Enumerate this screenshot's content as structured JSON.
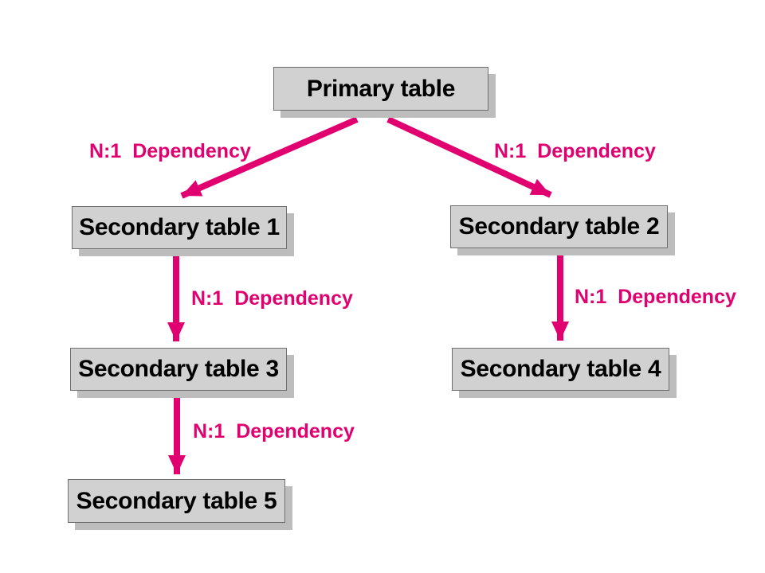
{
  "diagram": {
    "nodes": [
      {
        "id": "primary",
        "label": "Primary table"
      },
      {
        "id": "secondary1",
        "label": "Secondary table 1"
      },
      {
        "id": "secondary2",
        "label": "Secondary table 2"
      },
      {
        "id": "secondary3",
        "label": "Secondary table 3"
      },
      {
        "id": "secondary4",
        "label": "Secondary table 4"
      },
      {
        "id": "secondary5",
        "label": "Secondary table 5"
      }
    ],
    "edges": [
      {
        "from": "primary",
        "to": "secondary1",
        "label": "N:1 Dependency"
      },
      {
        "from": "primary",
        "to": "secondary2",
        "label": "N:1 Dependency"
      },
      {
        "from": "secondary1",
        "to": "secondary3",
        "label": "N:1 Dependency"
      },
      {
        "from": "secondary2",
        "to": "secondary4",
        "label": "N:1 Dependency"
      },
      {
        "from": "secondary3",
        "to": "secondary5",
        "label": "N:1 Dependency"
      }
    ],
    "colors": {
      "arrow": "#e00070",
      "box_fill": "#d1d1d1",
      "box_border": "#6e6e6e",
      "box_shadow": "#bdbdbd",
      "node_text": "#000000",
      "background": "#ffffff"
    }
  }
}
